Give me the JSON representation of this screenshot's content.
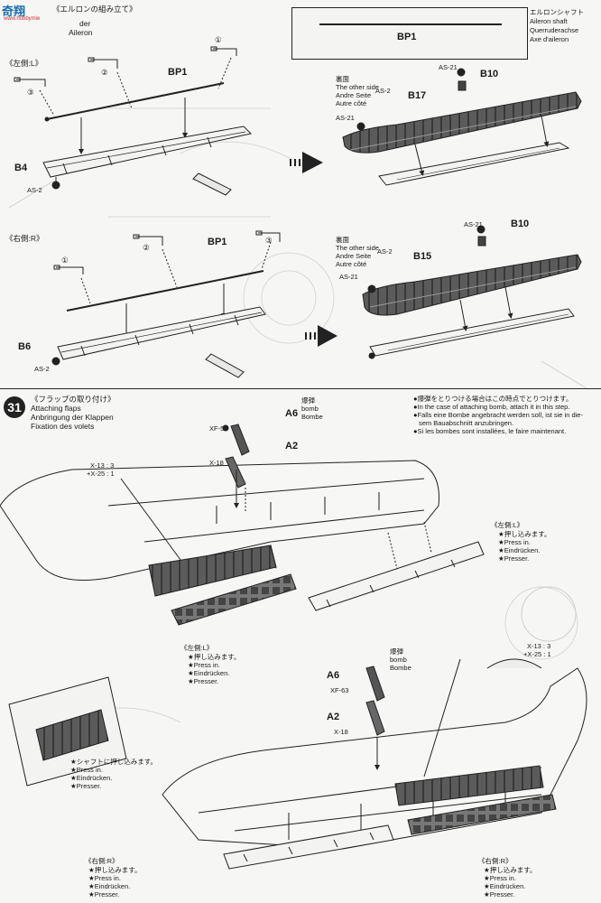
{
  "header": {
    "logo_text": "奇翔",
    "logo_sub": "www.hobbymie",
    "title_jp": "《エルロンの組み立て》",
    "title_en": "Aileron",
    "title_de": "der"
  },
  "shaft_box": {
    "part": "BP1",
    "jp": "エルロンシャフト",
    "en": "Aileron shaft",
    "de": "Querruderachse",
    "fr": "Axe d'aileron"
  },
  "left_upper": {
    "side": "《左側:L》",
    "bp1": "BP1",
    "b4": "B4",
    "as2": "AS-2",
    "n1": "①",
    "n2": "②",
    "n3": "③"
  },
  "right_upper": {
    "ura": "裏面",
    "other_en": "The other side",
    "other_de": "Andre Seite",
    "other_fr": "Autre côté",
    "as2": "AS-2",
    "as21_a": "AS-21",
    "as21_b": "AS-21",
    "b10": "B10",
    "b17": "B17"
  },
  "left_lower": {
    "side": "《右側:R》",
    "bp1": "BP1",
    "b6": "B6",
    "as2": "AS-2",
    "n1": "①",
    "n2": "②",
    "n3": "③"
  },
  "right_lower": {
    "ura": "裏面",
    "other_en": "The other side",
    "other_de": "Andre Seite",
    "other_fr": "Autre côté",
    "as2": "AS-2",
    "as21_a": "AS-21",
    "as21_b": "AS-21",
    "b10": "B10",
    "b15": "B15"
  },
  "step31": {
    "number": "31",
    "title_jp": "《フラップの取り付け》",
    "title_en": "Attaching flaps",
    "title_de": "Anbringung der Klappen",
    "title_fr": "Fixation des volets",
    "note_jp": "●爆弾をとりつける場合はこの時点でとりつけます。",
    "note_en": "●In the case of attaching bomb, attach it in this step.",
    "note_de1": "●Falls eine Bombe angebracht werden soll, ist sie in die-",
    "note_de2": "sem Bauabschnitt anzubringen.",
    "note_fr": "●Si les bombes sont installées, le faire maintenant.",
    "bomb_jp": "爆弾",
    "bomb_en": "bomb",
    "bomb_de": "Bombe",
    "a6": "A6",
    "xf53": "XF-53",
    "a2": "A2",
    "x18": "X-18",
    "mix1": "X-13 : 3",
    "mix2": "+X-25 : 1"
  },
  "step31_lower": {
    "bomb_jp": "爆弾",
    "bomb_en": "bomb",
    "bomb_de": "Bombe",
    "a6": "A6",
    "xf63": "XF-63",
    "a2": "A2",
    "x18": "X-18",
    "mix1": "X-13 : 3",
    "mix2": "+X-25 : 1"
  },
  "press_left_mid": {
    "side": "《左側:L》",
    "jp": "★押し込みます。",
    "en": "★Press in.",
    "de": "★Eindrücken.",
    "fr": "★Presser."
  },
  "press_right_top": {
    "side": "《左側:L》",
    "jp": "★押し込みます。",
    "en": "★Press in.",
    "de": "★Eindrücken.",
    "fr": "★Presser."
  },
  "press_shaft": {
    "jp": "★シャフトに押し込みます。",
    "en": "★Press in.",
    "de": "★Eindrücken.",
    "fr": "★Presser."
  },
  "press_right_bottom_left": {
    "side": "《右側:R》",
    "jp": "★押し込みます。",
    "en": "★Press in.",
    "de": "★Eindrücken.",
    "fr": "★Presser."
  },
  "press_right_bottom_right": {
    "side": "《右側:R》",
    "jp": "★押し込みます。",
    "en": "★Press in.",
    "de": "★Eindrücken.",
    "fr": "★Presser."
  }
}
